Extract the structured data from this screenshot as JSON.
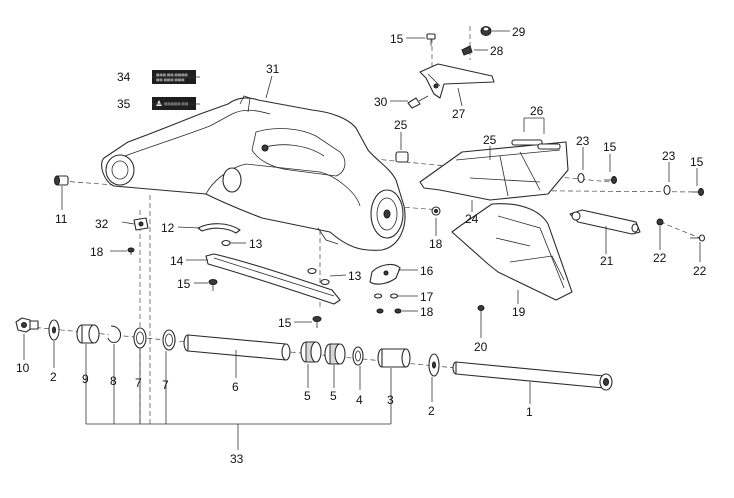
{
  "callouts": {
    "c1": "1",
    "c2a": "2",
    "c2b": "2",
    "c3": "3",
    "c4": "4",
    "c5a": "5",
    "c5b": "5",
    "c6": "6",
    "c7a": "7",
    "c7b": "7",
    "c8": "8",
    "c9": "9",
    "c10": "10",
    "c11": "11",
    "c12": "12",
    "c13a": "13",
    "c13b": "13",
    "c14": "14",
    "c15a": "15",
    "c15b": "15",
    "c15c": "15",
    "c15d": "15",
    "c15e": "15",
    "c16": "16",
    "c17": "17",
    "c18a": "18",
    "c18b": "18",
    "c18c": "18",
    "c19": "19",
    "c20": "20",
    "c21": "21",
    "c22a": "22",
    "c22b": "22",
    "c23a": "23",
    "c23b": "23",
    "c24": "24",
    "c25a": "25",
    "c25b": "25",
    "c26": "26",
    "c27": "27",
    "c28": "28",
    "c29": "29",
    "c30": "30",
    "c31": "31",
    "c32": "32",
    "c33": "33",
    "c34": "34",
    "c35": "35"
  }
}
